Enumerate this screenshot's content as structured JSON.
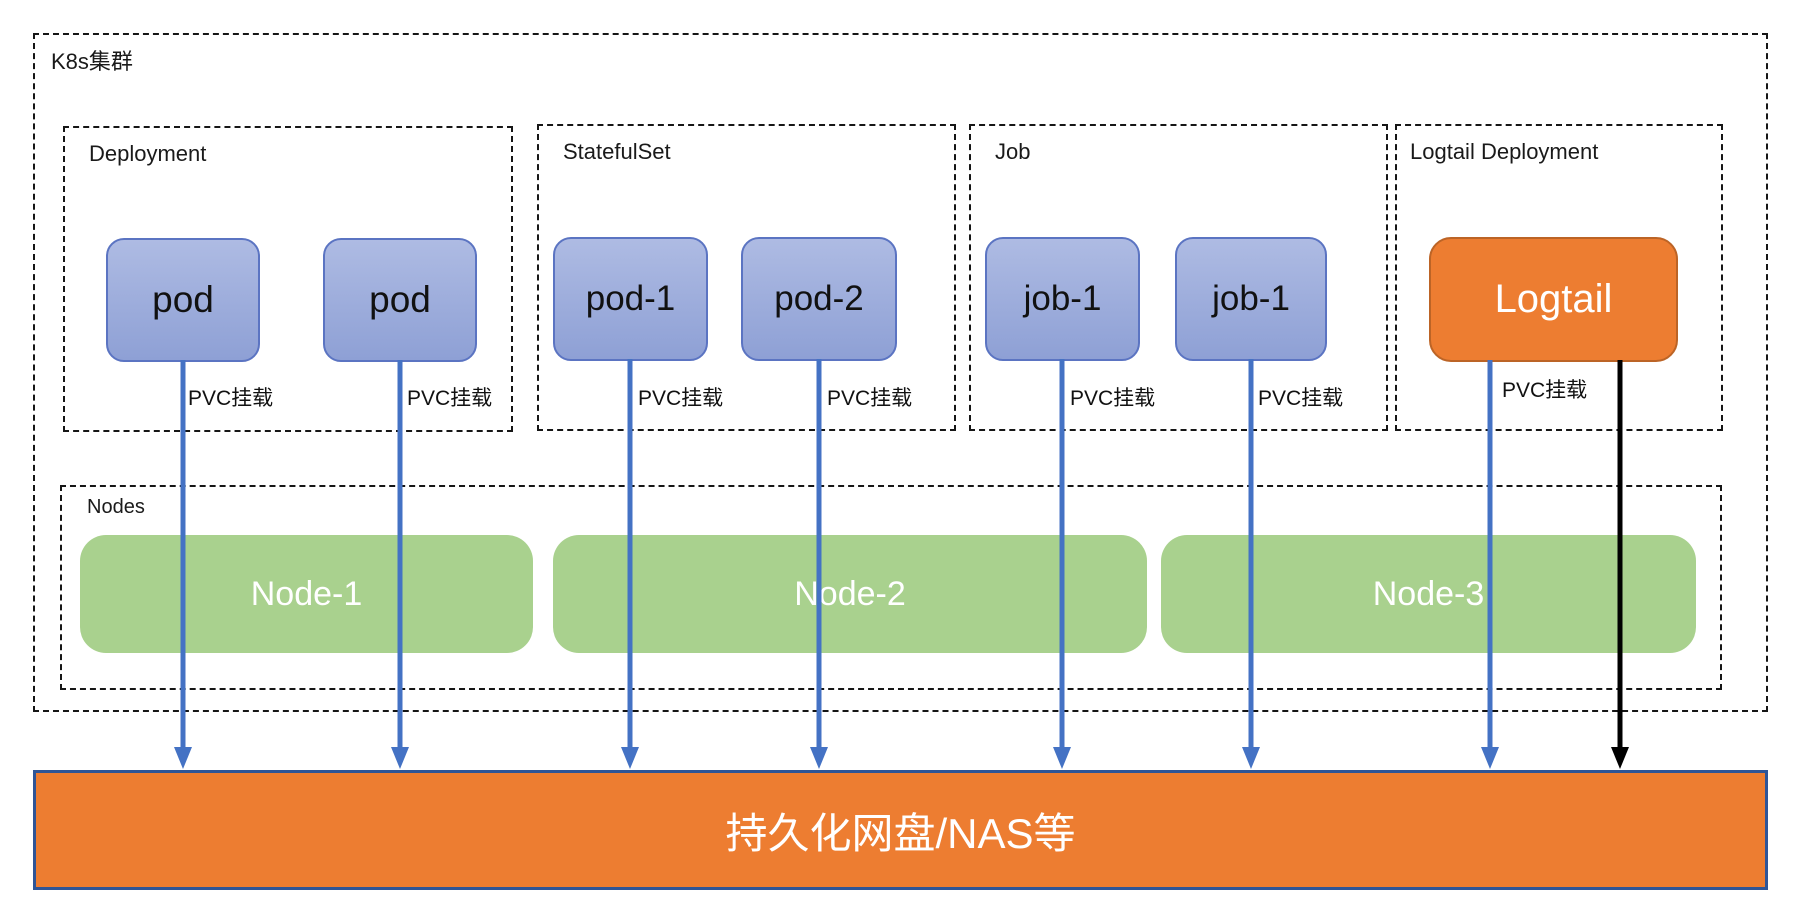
{
  "cluster": {
    "label": "K8s集群"
  },
  "groups": [
    {
      "label": "Deployment",
      "pods": [
        {
          "label": "pod"
        },
        {
          "label": "pod"
        }
      ]
    },
    {
      "label": "StatefulSet",
      "pods": [
        {
          "label": "pod-1"
        },
        {
          "label": "pod-2"
        }
      ]
    },
    {
      "label": "Job",
      "pods": [
        {
          "label": "job-1"
        },
        {
          "label": "job-1"
        }
      ]
    },
    {
      "label": "Logtail Deployment",
      "pods": [
        {
          "label": "Logtail"
        }
      ]
    }
  ],
  "mounts": [
    {
      "label": "PVC挂载"
    },
    {
      "label": "PVC挂载"
    },
    {
      "label": "PVC挂载"
    },
    {
      "label": "PVC挂载"
    },
    {
      "label": "PVC挂载"
    },
    {
      "label": "PVC挂载"
    },
    {
      "label": "PVC挂载"
    }
  ],
  "nodes_group": {
    "label": "Nodes",
    "nodes": [
      {
        "label": "Node-1"
      },
      {
        "label": "Node-2"
      },
      {
        "label": "Node-3"
      }
    ]
  },
  "storage": {
    "label": "持久化网盘/NAS等"
  },
  "colors": {
    "arrow_blue": "#4472C4",
    "arrow_black": "#000000",
    "pod_fill_top": "#AEBBE3",
    "pod_fill_bottom": "#8EA0D5",
    "pod_border": "#5B74C2",
    "node_green": "#A9D18E",
    "orange": "#ED7D31",
    "orange_border": "#BC6426",
    "storage_border": "#2F5597"
  }
}
